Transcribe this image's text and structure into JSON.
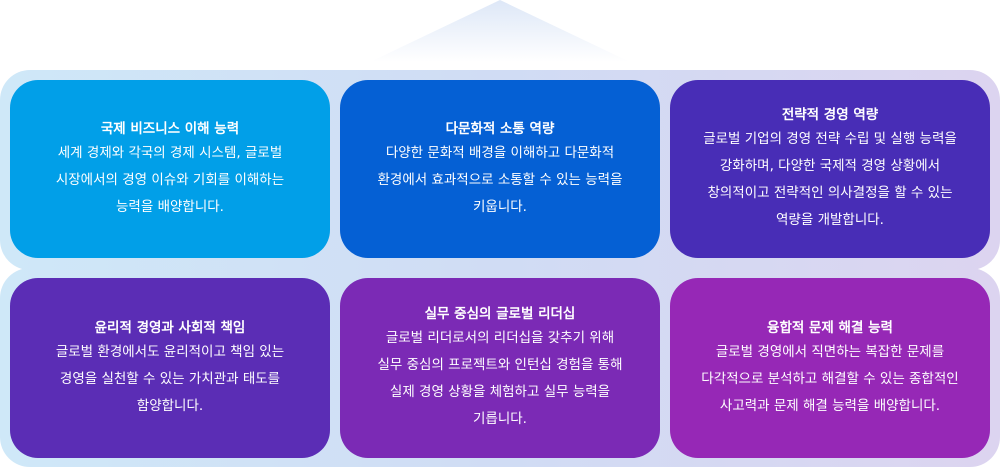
{
  "cards": [
    {
      "title": "국제 비즈니스 이해 능력",
      "desc": "세계 경제와 각국의 경제 시스템, 글로벌\n시장에서의 경영 이슈와 기회를 이해하는\n능력을 배양합니다."
    },
    {
      "title": "다문화적 소통 역량",
      "desc": "다양한 문화적 배경을 이해하고 다문화적\n환경에서 효과적으로 소통할 수 있는 능력을\n키웁니다."
    },
    {
      "title": "전략적 경영 역량",
      "desc": "글로벌 기업의 경영 전략 수립 및 실행 능력을\n강화하며, 다양한 국제적 경영 상황에서\n창의적이고 전략적인 의사결정을 할 수 있는\n역량을 개발합니다."
    },
    {
      "title": "윤리적 경영과 사회적 책임",
      "desc": "글로벌 환경에서도 윤리적이고 책임 있는\n경영을 실천할 수 있는 가치관과 태도를\n함양합니다."
    },
    {
      "title": "실무 중심의 글로벌 리더십",
      "desc": "글로벌 리더로서의 리더십을 갖추기 위해\n실무 중심의 프로젝트와 인턴십 경험을 통해\n실제 경영 상황을 체험하고 실무 능력을\n기릅니다."
    },
    {
      "title": "융합적 문제 해결 능력",
      "desc": "글로벌 경영에서 직면하는 복잡한 문제를\n다각적으로 분석하고 해결할 수 있는 종합적인\n사고력과 문제 해결 능력을 배양합니다."
    }
  ],
  "colors": [
    "#019fe8",
    "#0560d4",
    "#482db6",
    "#5b2db5",
    "#7b2ab5",
    "#9628b6"
  ]
}
